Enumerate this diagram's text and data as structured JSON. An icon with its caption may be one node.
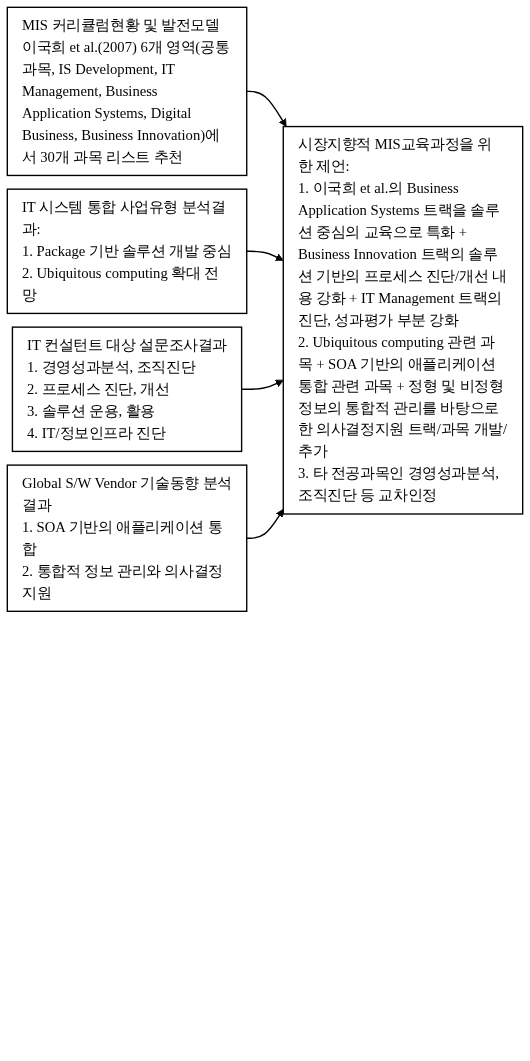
{
  "diagram": {
    "nodes": [
      {
        "text": [
          "MIS 커리큘럼현황 및 발전모델 이국희 et al.(2007) 6개 영역(공통과목, IS Development, IT Management, Business Application Systems, Digital Business, Business Innovation)에서 30개 과목 리스트 추천"
        ]
      },
      {
        "text": [
          "IT 시스템 통합 사업유형 분석결과:",
          "1. Package 기반 솔루션 개발 중심",
          "2. Ubiquitous computing 확대 전망"
        ]
      },
      {
        "text": [
          "IT 컨설턴트 대상 설문조사결과",
          "1. 경영성과분석, 조직진단",
          "2. 프로세스 진단, 개선",
          "3. 솔루션 운용, 활용",
          "4. IT/정보인프라 진단"
        ]
      },
      {
        "text": [
          "Global S/W Vendor 기술동향 분석결과",
          "1. SOA 기반의 애플리케이션 통합",
          "2. 통합적 정보 관리와 의사결정 지원"
        ]
      },
      {
        "text": [
          "시장지향적 MIS교육과정을 위한 제언:",
          "1. 이국희 et al.의 Business Application Systems 트랙을 솔루션 중심의 교육으로 특화 + Business Innovation 트랙의 솔루션 기반의 프로세스 진단/개선 내용 강화 + IT Management 트랙의 진단, 성과평가 부분 강화",
          "2. Ubiquitous computing 관련 과목 + SOA 기반의 애플리케이션 통합 관련 과목 + 정형 및 비정형정보의 통합적 관리를 바탕으로 한 의사결정지원 트랙/과목 개발/추가",
          "3. 타 전공과목인 경영성과분석, 조직진단 등 교차인정"
        ]
      }
    ],
    "edges": [
      {
        "from": 0,
        "to": 4,
        "arrow": "to"
      },
      {
        "from": 1,
        "to": 4,
        "arrow": "to"
      },
      {
        "from": 2,
        "to": 4,
        "arrow": "to"
      },
      {
        "from": 3,
        "to": 4,
        "arrow": "to"
      }
    ]
  }
}
